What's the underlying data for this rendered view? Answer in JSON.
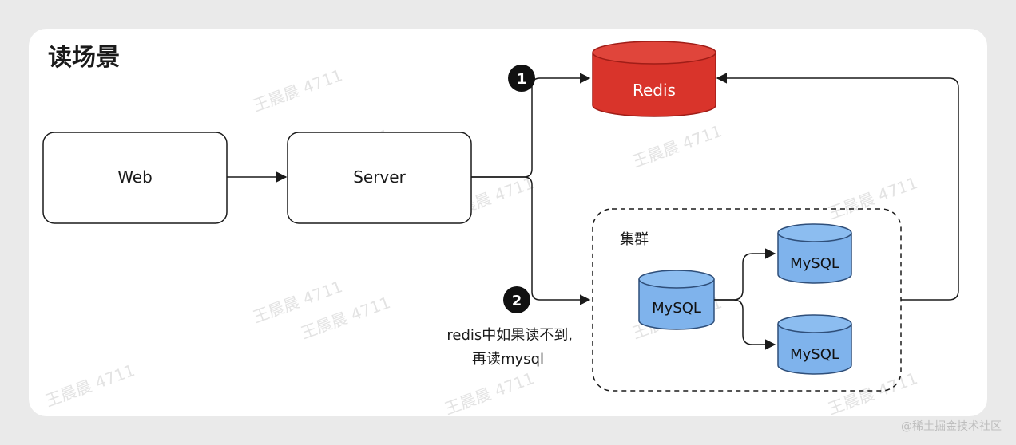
{
  "title": "读场景",
  "nodes": {
    "web": "Web",
    "server": "Server",
    "redis": "Redis",
    "cluster": "集群",
    "mysql_primary": "MySQL",
    "mysql_replica_1": "MySQL",
    "mysql_replica_2": "MySQL"
  },
  "steps": {
    "step1": "1",
    "step2": "2"
  },
  "annotation": {
    "line1": "redis中如果读不到,",
    "line2": "再读mysql"
  },
  "watermark": "王晨晨 4711",
  "footer": "@稀土掘金技术社区",
  "colors": {
    "redis_fill": "#d9342b",
    "redis_stroke": "#a01d17",
    "mysql_fill": "#7fb3ec",
    "mysql_stroke": "#2f4f7a",
    "line": "#1a1a1a"
  }
}
